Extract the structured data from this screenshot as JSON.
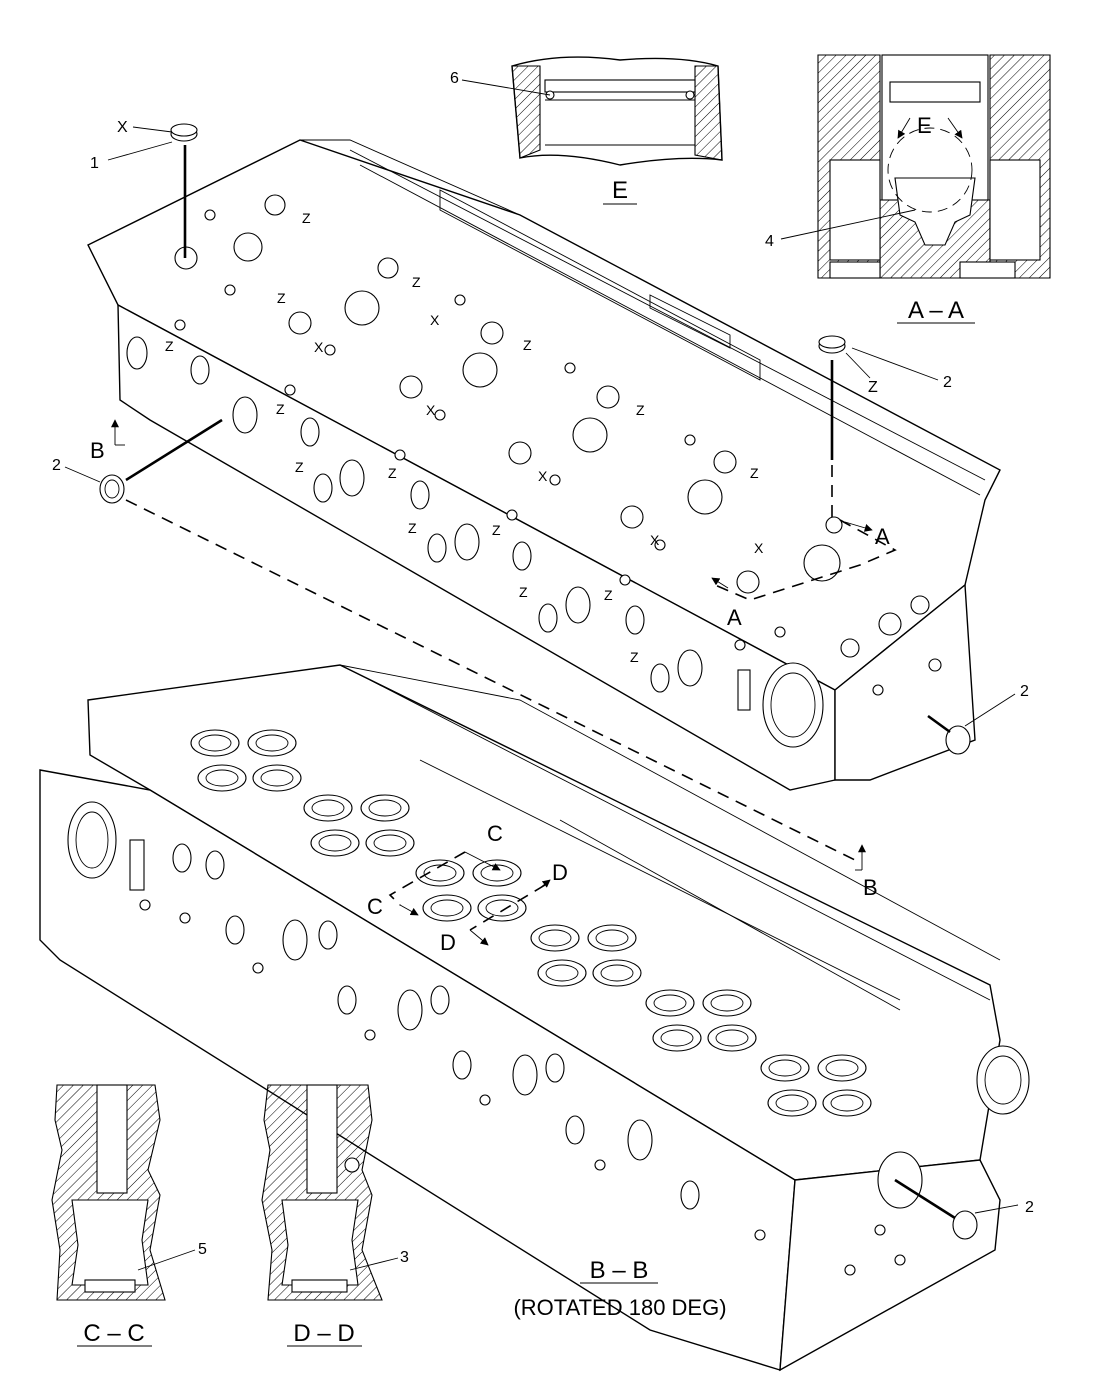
{
  "callouts": {
    "x_top": "X",
    "n1": "1",
    "z_right": "Z",
    "n2_right": "2",
    "n2_left": "2",
    "n2_front": "2",
    "n2_lower": "2",
    "n4": "4",
    "n6": "6",
    "n5": "5",
    "n3": "3",
    "z_marks": [
      "Z",
      "Z",
      "Z",
      "Z",
      "Z",
      "Z",
      "Z",
      "Z",
      "Z",
      "Z",
      "Z",
      "Z",
      "Z",
      "Z",
      "Z"
    ],
    "x_marks": [
      "X",
      "X",
      "X",
      "X",
      "X",
      "X"
    ]
  },
  "section_markers": {
    "A_top": "A",
    "A_bottom": "A",
    "B_left": "B",
    "B_right": "B",
    "C_top": "C",
    "C_left": "C",
    "D_top": "D",
    "D_left": "D",
    "E_detail": "E"
  },
  "view_titles": {
    "aa": "A – A",
    "e": "E",
    "bb": "B – B",
    "bb_note": "(ROTATED  180  DEG)",
    "cc": "C – C",
    "dd": "D – D"
  }
}
